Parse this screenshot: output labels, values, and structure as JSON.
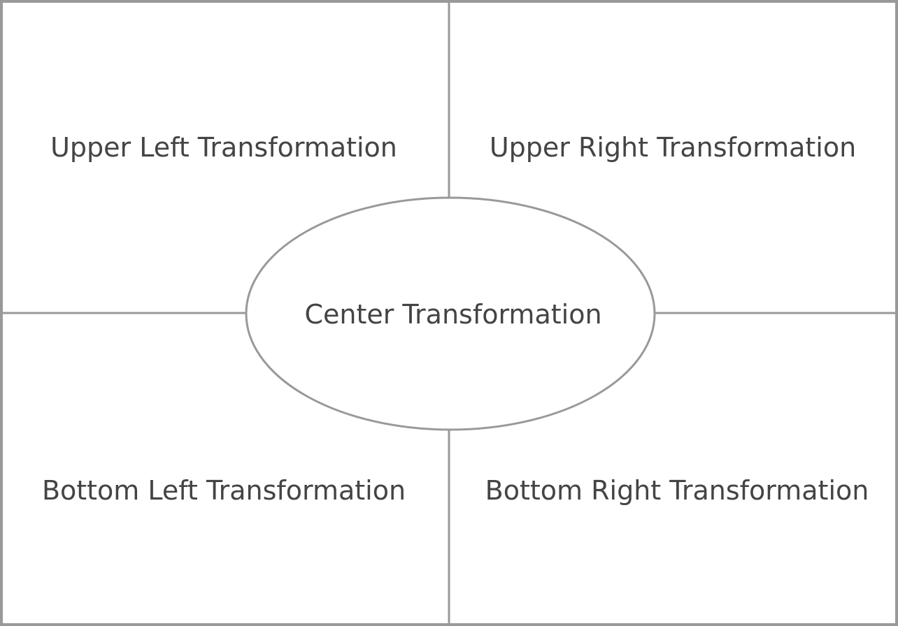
{
  "quadrants": {
    "upper_left": "Upper Left Transformation",
    "upper_right": "Upper Right Transformation",
    "bottom_left": "Bottom Left Transformation",
    "bottom_right": "Bottom Right Transformation"
  },
  "center": {
    "label": "Center Transformation"
  },
  "colors": {
    "line": "#999999",
    "text": "#444444",
    "background": "#ffffff"
  }
}
